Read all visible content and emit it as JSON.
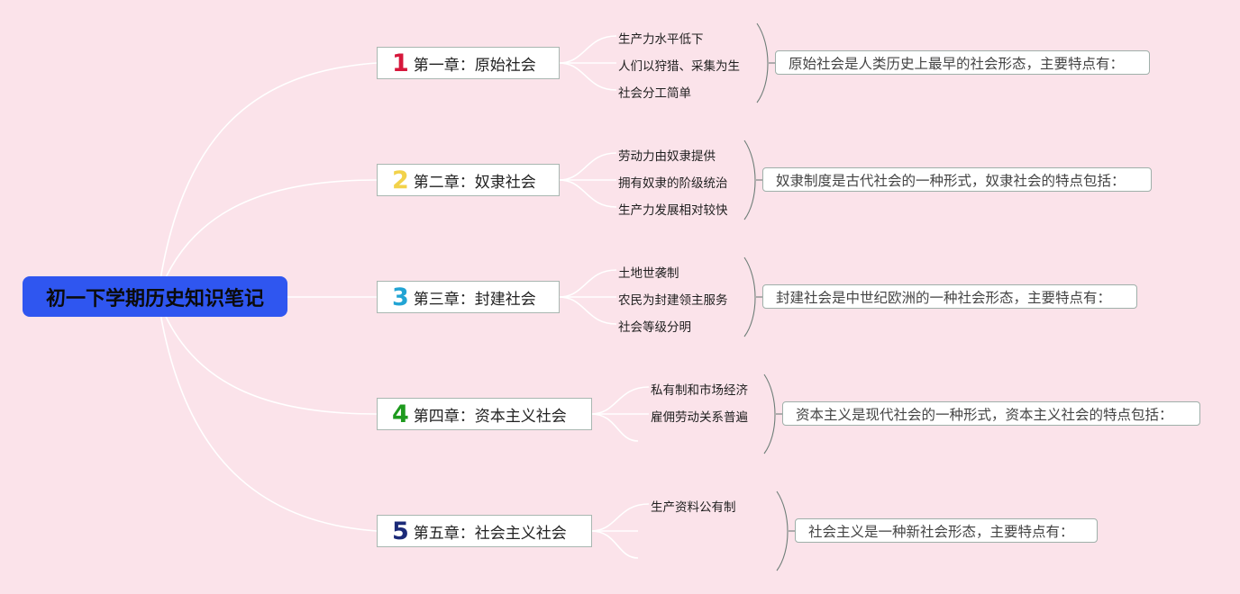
{
  "root": {
    "title": "初一下学期历史知识笔记"
  },
  "chapters": [
    {
      "number": "1",
      "number_color": "#d6173b",
      "title": "第一章：原始社会",
      "points": [
        "生产力水平低下",
        "人们以狩猎、采集为生",
        "社会分工简单"
      ],
      "description": "原始社会是人类历史上最早的社会形态，主要特点有："
    },
    {
      "number": "2",
      "number_color": "#f2d24a",
      "title": "第二章：奴隶社会",
      "points": [
        "劳动力由奴隶提供",
        "拥有奴隶的阶级统治",
        "生产力发展相对较快"
      ],
      "description": "奴隶制度是古代社会的一种形式，奴隶社会的特点包括："
    },
    {
      "number": "3",
      "number_color": "#22a4d4",
      "title": "第三章：封建社会",
      "points": [
        "土地世袭制",
        "农民为封建领主服务",
        "社会等级分明"
      ],
      "description": "封建社会是中世纪欧洲的一种社会形态，主要特点有："
    },
    {
      "number": "4",
      "number_color": "#1e9a1e",
      "title": "第四章：资本主义社会",
      "points": [
        "私有制和市场经济",
        "雇佣劳动关系普遍"
      ],
      "description": "资本主义是现代社会的一种形式，资本主义社会的特点包括："
    },
    {
      "number": "5",
      "number_color": "#1b2a78",
      "title": "第五章：社会主义社会",
      "points": [
        "生产资料公有制"
      ],
      "description": "社会主义是一种新社会形态，主要特点有："
    }
  ]
}
